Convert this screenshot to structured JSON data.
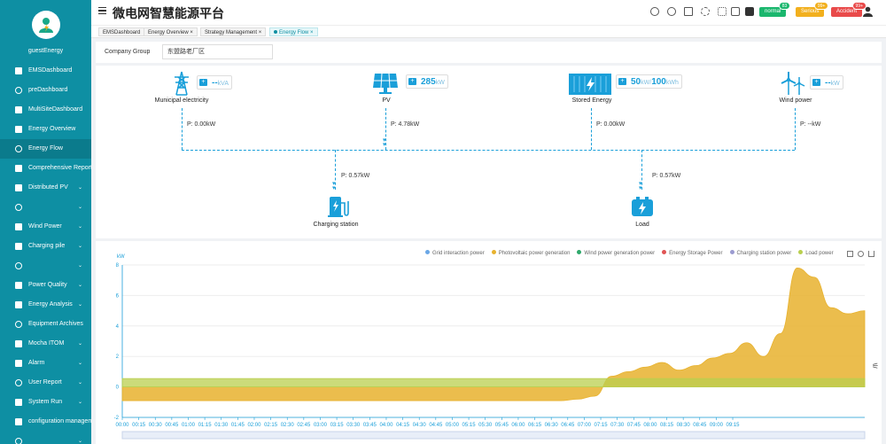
{
  "app": {
    "title": "微电网智慧能源平台",
    "user": "guestEnergy"
  },
  "menu": [
    {
      "label": "EMSDashboard",
      "icon": "dashboard-icon",
      "arrow": ""
    },
    {
      "label": "preDashboard",
      "icon": "monitor-icon",
      "arrow": ""
    },
    {
      "label": "MultiSiteDashboard",
      "icon": "layers-icon",
      "arrow": ""
    },
    {
      "label": "Energy Overview",
      "icon": "overview-icon",
      "arrow": ""
    },
    {
      "label": "Energy Flow",
      "icon": "flow-icon",
      "arrow": "",
      "active": true
    },
    {
      "label": "Comprehensive Report",
      "icon": "report-icon",
      "arrow": ""
    },
    {
      "label": "Distributed PV",
      "icon": "grid-icon",
      "arrow": "⌄"
    },
    {
      "label": "",
      "icon": "box-icon",
      "arrow": "⌄"
    },
    {
      "label": "Wind Power",
      "icon": "wind-icon",
      "arrow": "⌄"
    },
    {
      "label": "Charging pile",
      "icon": "charging-icon",
      "arrow": "⌄"
    },
    {
      "label": "",
      "icon": "storage-icon",
      "arrow": "⌄"
    },
    {
      "label": "Power Quality",
      "icon": "quality-icon",
      "arrow": "⌄"
    },
    {
      "label": "Energy Analysis",
      "icon": "analysis-icon",
      "arrow": "⌄"
    },
    {
      "label": "Equipment Archives",
      "icon": "archive-icon",
      "arrow": ""
    },
    {
      "label": "Mocha ITOM",
      "icon": "itom-icon",
      "arrow": "⌄"
    },
    {
      "label": "Alarm",
      "icon": "alarm-icon",
      "arrow": "⌄"
    },
    {
      "label": "User Report",
      "icon": "user-report-icon",
      "arrow": "⌄"
    },
    {
      "label": "System Run",
      "icon": "system-icon",
      "arrow": "⌄"
    },
    {
      "label": "configuration management",
      "icon": "config-icon",
      "arrow": ""
    },
    {
      "label": "",
      "icon": "tool-icon",
      "arrow": "⌄"
    }
  ],
  "badges": {
    "normal": {
      "label": "normal",
      "count": "83",
      "color": "#1bb76e"
    },
    "serious": {
      "label": "Serious",
      "count": "99+",
      "color": "#f2b01e"
    },
    "accident": {
      "label": "Accident",
      "count": "99+",
      "color": "#e94a4a"
    }
  },
  "tabs": [
    {
      "label": "EMSDashboard",
      "close": ""
    },
    {
      "label": "Energy Overview",
      "close": "×"
    },
    {
      "label": "Strategy Management",
      "close": "×"
    },
    {
      "label": "Energy Flow",
      "close": "×",
      "active": true
    }
  ],
  "filter": {
    "label": "Company Group",
    "value": "东盟路老厂区"
  },
  "flow": {
    "municipal": {
      "name": "Municipal electricity",
      "value": "--",
      "unit": "kVA",
      "p": "P: 0.00kW"
    },
    "pv": {
      "name": "PV",
      "value": "285",
      "unit": "kW",
      "p": "P: 4.78kW"
    },
    "storage": {
      "name": "Stored Energy",
      "value": "50",
      "unit": "kW/",
      "value2": "100",
      "unit2": "kWh",
      "p": "P: 0.00kW"
    },
    "wind": {
      "name": "Wind power",
      "value": "--",
      "unit": "kW",
      "p": "P: --kW"
    },
    "charging": {
      "name": "Charging station",
      "p": "P: 0.57kW"
    },
    "load": {
      "name": "Load",
      "p": "P: 0.57kW"
    }
  },
  "chart_data": {
    "type": "area",
    "ylabel": "kW",
    "ylim": [
      -2,
      8
    ],
    "yticks": [
      -2,
      0,
      2,
      4,
      6,
      8
    ],
    "grid": true,
    "legend_position": "top-right",
    "x": [
      "00:00",
      "00:15",
      "00:30",
      "00:45",
      "01:00",
      "01:15",
      "01:30",
      "01:45",
      "02:00",
      "02:15",
      "02:30",
      "02:45",
      "03:00",
      "03:15",
      "03:30",
      "03:45",
      "04:00",
      "04:15",
      "04:30",
      "04:45",
      "05:00",
      "05:15",
      "05:30",
      "05:45",
      "06:00",
      "06:15",
      "06:30",
      "06:45",
      "07:00",
      "07:15",
      "07:30",
      "07:45",
      "08:00",
      "08:15",
      "08:30",
      "08:45",
      "09:00",
      "09:15"
    ],
    "series": [
      {
        "name": "Grid interaction power",
        "color": "#6aa7e6",
        "values": []
      },
      {
        "name": "Photovoltaic power generation",
        "color": "#e8b22e",
        "values": [
          -0.9,
          -0.9,
          -0.9,
          -0.9,
          -0.9,
          -0.9,
          -0.9,
          -0.9,
          -0.9,
          -0.9,
          -0.9,
          -0.9,
          -0.9,
          -0.9,
          -0.9,
          -0.9,
          -0.9,
          -0.9,
          -0.9,
          -0.9,
          -0.9,
          -0.9,
          -0.9,
          -0.9,
          -0.9,
          -0.9,
          -0.9,
          -0.8,
          -0.6,
          0.7,
          1.0,
          1.3,
          1.6,
          1.1,
          1.4,
          1.9,
          2.2,
          2.9,
          2.0,
          3.5,
          7.8,
          7.2,
          5.2,
          4.8,
          5.0
        ]
      },
      {
        "name": "Wind power generation power",
        "color": "#2ea86b",
        "values": []
      },
      {
        "name": "Energy Storage Power",
        "color": "#e05454",
        "values": []
      },
      {
        "name": "Charging station power",
        "color": "#9b9bd0",
        "values": []
      },
      {
        "name": "Load power",
        "color": "#b9cf4e",
        "values": [
          0.55,
          0.55,
          0.55,
          0.55,
          0.55,
          0.55,
          0.55,
          0.55,
          0.55,
          0.55,
          0.55,
          0.55,
          0.55,
          0.55,
          0.55,
          0.55,
          0.55,
          0.55,
          0.55,
          0.55,
          0.55,
          0.55,
          0.55,
          0.55,
          0.55,
          0.55,
          0.55,
          0.55,
          0.55,
          0.55,
          0.55,
          0.55,
          0.55,
          0.55,
          0.55,
          0.55,
          0.55,
          0.55,
          0.55,
          0.55,
          0.55,
          0.55,
          0.55,
          0.55,
          0.55
        ]
      }
    ]
  }
}
